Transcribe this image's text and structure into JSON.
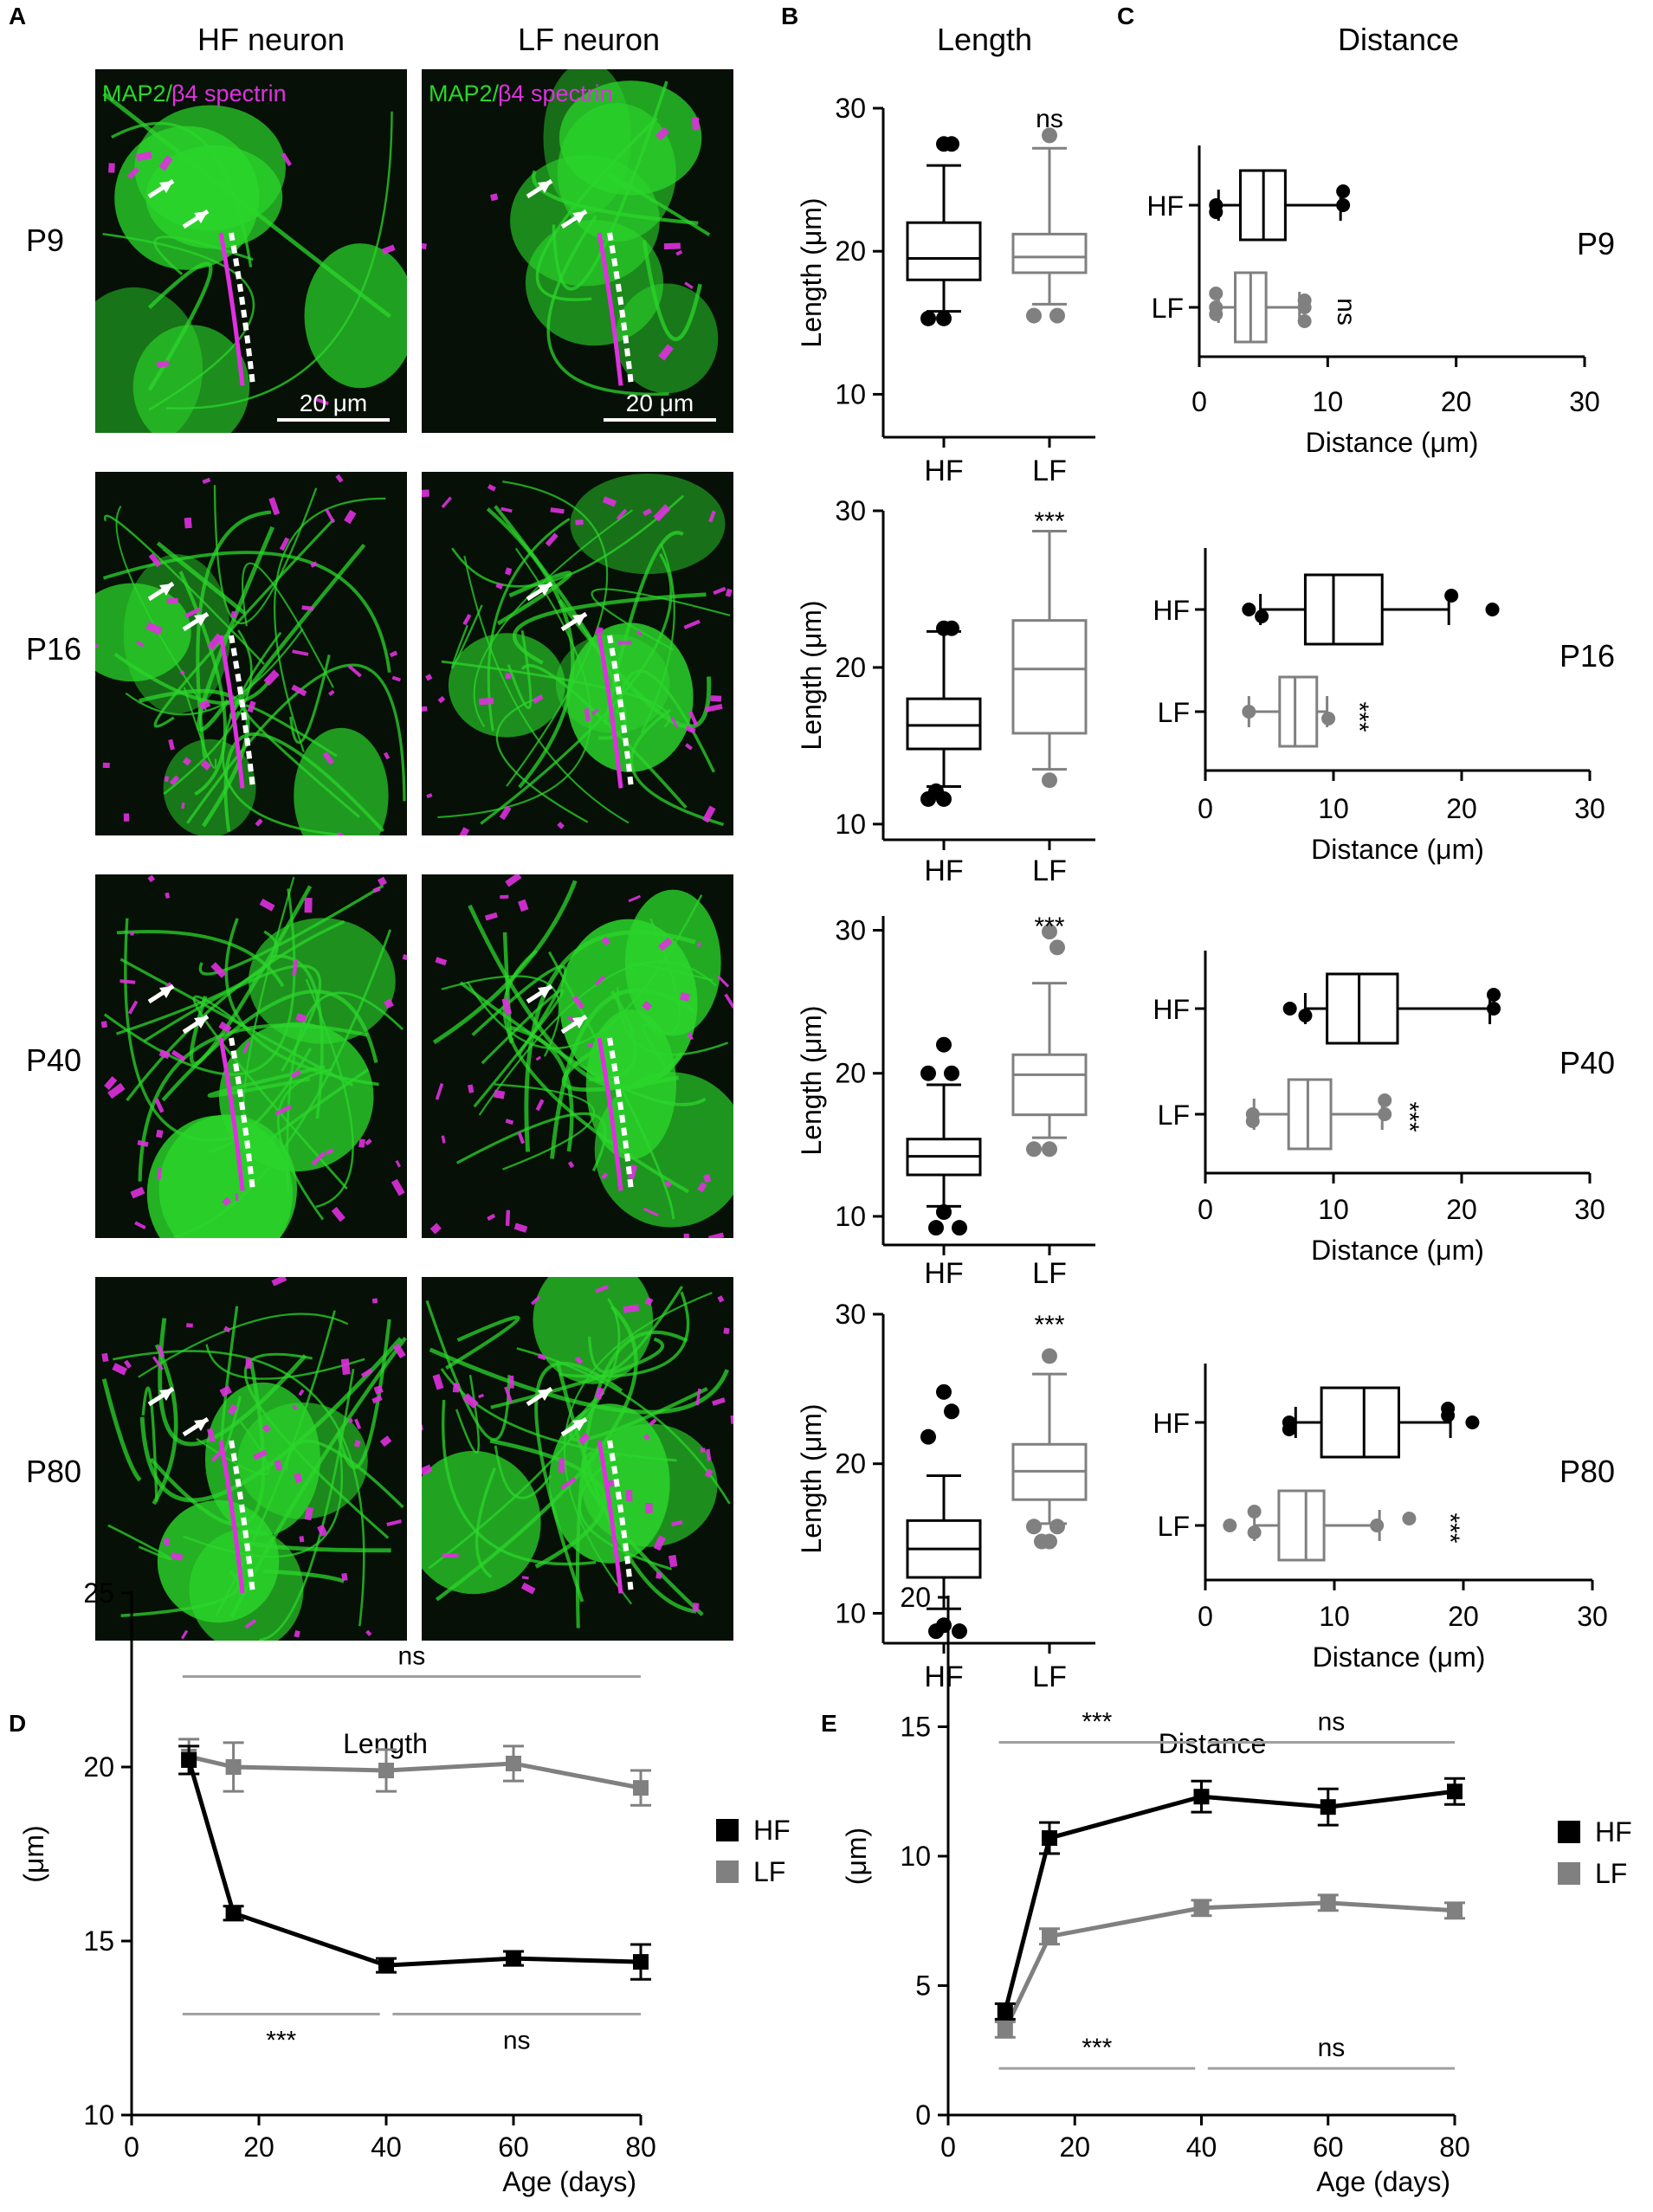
{
  "panel_labels": {
    "a": "A",
    "b": "B",
    "c": "C",
    "d": "D",
    "e": "E"
  },
  "micro": {
    "col_titles": [
      "HF neuron",
      "LF neuron"
    ],
    "stain_label_green": "MAP2/",
    "stain_label_magenta": "β4 spectrin",
    "scalebar_label": "20 μm",
    "rows": [
      "P9",
      "P16",
      "P40",
      "P80"
    ]
  },
  "b_title": "Length",
  "c_title": "Distance",
  "colors": {
    "hf": "#000000",
    "lf": "#808080",
    "green": "#2bd62b",
    "magenta": "#e030e0"
  },
  "chart_data": [
    {
      "type": "box",
      "panel": "B",
      "row": "P9",
      "title": "Length",
      "ylabel": "Length (μm)",
      "ylim": [
        7,
        30
      ],
      "yticks": [
        10,
        20,
        30
      ],
      "categories": [
        "HF",
        "LF"
      ],
      "significance": "ns",
      "series": [
        {
          "name": "HF",
          "min": 15.8,
          "q1": 18,
          "median": 19.5,
          "q3": 22,
          "max": 26,
          "outliers": [
            27.5,
            27.5,
            15.3,
            15.3
          ]
        },
        {
          "name": "LF",
          "min": 16.3,
          "q1": 18.5,
          "median": 19.6,
          "q3": 21.2,
          "max": 27.2,
          "outliers": [
            28.1,
            15.5,
            15.5
          ]
        }
      ]
    },
    {
      "type": "box",
      "panel": "B",
      "row": "P16",
      "ylabel": "Length (μm)",
      "ylim": [
        9,
        30
      ],
      "yticks": [
        10,
        20,
        30
      ],
      "categories": [
        "HF",
        "LF"
      ],
      "significance": "***",
      "series": [
        {
          "name": "HF",
          "min": 12.4,
          "q1": 14.8,
          "median": 16.3,
          "q3": 18,
          "max": 22.3,
          "outliers": [
            22.5,
            22.5,
            11.6,
            11.6,
            12.1
          ]
        },
        {
          "name": "LF",
          "min": 13.5,
          "q1": 15.8,
          "median": 19.9,
          "q3": 23,
          "max": 28.7,
          "outliers": [
            12.8
          ]
        }
      ]
    },
    {
      "type": "box",
      "panel": "B",
      "row": "P40",
      "ylabel": "Length (μm)",
      "ylim": [
        8,
        31
      ],
      "yticks": [
        10,
        20,
        30
      ],
      "categories": [
        "HF",
        "LF"
      ],
      "significance": "***",
      "series": [
        {
          "name": "HF",
          "min": 10.7,
          "q1": 12.9,
          "median": 14.2,
          "q3": 15.4,
          "max": 19.2,
          "outliers": [
            22,
            20,
            20,
            10.3,
            9.2,
            9.2
          ]
        },
        {
          "name": "LF",
          "min": 15.5,
          "q1": 17.1,
          "median": 19.9,
          "q3": 21.3,
          "max": 26.3,
          "outliers": [
            29.9,
            28.8,
            14.7,
            14.7
          ]
        }
      ]
    },
    {
      "type": "box",
      "panel": "B",
      "row": "P80",
      "ylabel": "Length (μm)",
      "ylim": [
        8,
        30
      ],
      "yticks": [
        10,
        20,
        30
      ],
      "categories": [
        "HF",
        "LF"
      ],
      "significance": "***",
      "series": [
        {
          "name": "HF",
          "min": 10.3,
          "q1": 12.4,
          "median": 14.3,
          "q3": 16.2,
          "max": 19.2,
          "outliers": [
            24.8,
            23.5,
            21.8,
            9.2,
            8.8,
            8.8
          ]
        },
        {
          "name": "LF",
          "min": 16,
          "q1": 17.6,
          "median": 19.5,
          "q3": 21.3,
          "max": 26,
          "outliers": [
            27.2,
            15.8,
            15.8,
            14.8,
            14.8
          ]
        }
      ]
    },
    {
      "type": "box",
      "panel": "C",
      "row": "P9",
      "orientation": "horizontal",
      "title": "Distance",
      "xlabel": "Distance (μm)",
      "xlim": [
        0,
        30
      ],
      "xticks": [
        0,
        10,
        20,
        30
      ],
      "categories": [
        "HF",
        "LF"
      ],
      "significance": "ns",
      "series": [
        {
          "name": "HF",
          "min": 1.5,
          "q1": 3.2,
          "median": 5,
          "q3": 6.7,
          "max": 11,
          "outliers": [
            1.3,
            1.3,
            11.2,
            11.2
          ]
        },
        {
          "name": "LF",
          "min": 1.5,
          "q1": 2.8,
          "median": 4,
          "q3": 5.2,
          "max": 7.8,
          "outliers": [
            1.3,
            1.3,
            1.3,
            8.2,
            8.2,
            8.2
          ]
        }
      ]
    },
    {
      "type": "box",
      "panel": "C",
      "row": "P16",
      "orientation": "horizontal",
      "xlabel": "Distance (μm)",
      "xlim": [
        0,
        30
      ],
      "xticks": [
        0,
        10,
        20,
        30
      ],
      "categories": [
        "HF",
        "LF"
      ],
      "significance": "***",
      "series": [
        {
          "name": "HF",
          "min": 4.3,
          "q1": 7.8,
          "median": 10,
          "q3": 13.8,
          "max": 19,
          "outliers": [
            3.4,
            4.4,
            19.2,
            22.4
          ]
        },
        {
          "name": "LF",
          "min": 3.4,
          "q1": 5.8,
          "median": 7,
          "q3": 8.7,
          "max": 9.5,
          "outliers": [
            3.4,
            9.6
          ]
        }
      ]
    },
    {
      "type": "box",
      "panel": "C",
      "row": "P40",
      "orientation": "horizontal",
      "xlabel": "Distance (μm)",
      "xlim": [
        0,
        30
      ],
      "xticks": [
        0,
        10,
        20,
        30
      ],
      "categories": [
        "HF",
        "LF"
      ],
      "significance": "***",
      "series": [
        {
          "name": "HF",
          "min": 7.8,
          "q1": 9.5,
          "median": 12,
          "q3": 15,
          "max": 22.2,
          "outliers": [
            6.6,
            7.8,
            22.5,
            22.5
          ]
        },
        {
          "name": "LF",
          "min": 3.8,
          "q1": 6.5,
          "median": 8,
          "q3": 9.8,
          "max": 13.8,
          "outliers": [
            3.7,
            3.7,
            14,
            14
          ]
        }
      ]
    },
    {
      "type": "box",
      "panel": "C",
      "row": "P80",
      "orientation": "horizontal",
      "xlabel": "Distance (μm)",
      "xlim": [
        0,
        30
      ],
      "xticks": [
        0,
        10,
        20,
        30
      ],
      "categories": [
        "HF",
        "LF"
      ],
      "significance": "***",
      "series": [
        {
          "name": "HF",
          "min": 7,
          "q1": 9,
          "median": 12.3,
          "q3": 15,
          "max": 19,
          "outliers": [
            6.5,
            6.5,
            18.8,
            20.7,
            18.8
          ]
        },
        {
          "name": "LF",
          "min": 3.8,
          "q1": 5.7,
          "median": 7.8,
          "q3": 9.2,
          "max": 13.5,
          "outliers": [
            1.9,
            3.8,
            3.8,
            13.3,
            15.8
          ]
        }
      ]
    },
    {
      "type": "line",
      "panel": "D",
      "title": "Length",
      "xlabel": "Age (days)",
      "ylabel": "(μm)",
      "xlim": [
        0,
        80
      ],
      "ylim": [
        10,
        25
      ],
      "xticks": [
        0,
        20,
        40,
        60,
        80
      ],
      "yticks": [
        10,
        15,
        20,
        25
      ],
      "x": [
        9,
        16,
        40,
        60,
        80
      ],
      "series": [
        {
          "name": "HF",
          "values": [
            20.2,
            15.8,
            14.3,
            14.5,
            14.4
          ],
          "errors": [
            0.4,
            0.2,
            0.2,
            0.2,
            0.5
          ]
        },
        {
          "name": "LF",
          "values": [
            20.3,
            20,
            19.9,
            20.1,
            19.4
          ],
          "errors": [
            0.5,
            0.7,
            0.6,
            0.5,
            0.5
          ]
        }
      ],
      "brackets": [
        {
          "label": "ns",
          "from": 8,
          "to": 80,
          "y": 22.6,
          "label_pos": "above"
        },
        {
          "label": "***",
          "from": 8,
          "to": 39,
          "y": 12.9,
          "label_pos": "below"
        },
        {
          "label": "ns",
          "from": 41,
          "to": 80,
          "y": 12.9,
          "label_pos": "below"
        }
      ]
    },
    {
      "type": "line",
      "panel": "E",
      "title": "Distance",
      "xlabel": "Age (days)",
      "ylabel": "(μm)",
      "xlim": [
        0,
        80
      ],
      "ylim": [
        0,
        20
      ],
      "xticks": [
        0,
        20,
        40,
        60,
        80
      ],
      "yticks": [
        0,
        5,
        10,
        15,
        20
      ],
      "x": [
        9,
        16,
        40,
        60,
        80
      ],
      "series": [
        {
          "name": "HF",
          "values": [
            4,
            10.7,
            12.3,
            11.9,
            12.5
          ],
          "errors": [
            0.3,
            0.6,
            0.6,
            0.7,
            0.5
          ]
        },
        {
          "name": "LF",
          "values": [
            3.3,
            6.9,
            8,
            8.2,
            7.9
          ],
          "errors": [
            0.3,
            0.3,
            0.3,
            0.3,
            0.3
          ]
        }
      ],
      "brackets": [
        {
          "label": "***",
          "from": 8,
          "to": 39,
          "y": 14.4,
          "label_pos": "above"
        },
        {
          "label": "ns",
          "from": 41,
          "to": 80,
          "y": 14.4,
          "label_pos": "above"
        },
        {
          "label": "***",
          "from": 8,
          "to": 39,
          "y": 1.8,
          "label_pos": "above"
        },
        {
          "label": "ns",
          "from": 41,
          "to": 80,
          "y": 1.8,
          "label_pos": "above"
        }
      ]
    }
  ]
}
